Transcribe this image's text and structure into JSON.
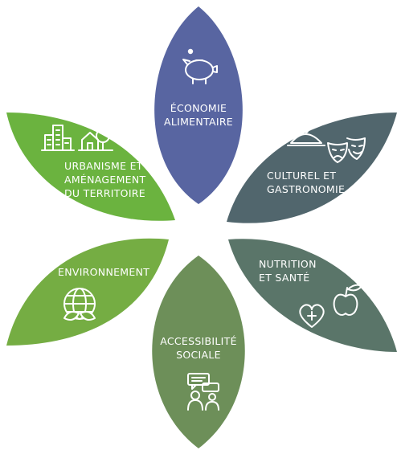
{
  "petals": [
    {
      "id": "economie",
      "label": "ÉCONOMIE\nALIMENTAIRE",
      "color": "#5865a1",
      "icon": "piggy-bank-icon"
    },
    {
      "id": "culturel",
      "label": "CULTUREL ET\nGASTRONOMIE",
      "color": "#51666d",
      "icons": [
        "cloche-icon",
        "theater-masks-icon"
      ]
    },
    {
      "id": "nutrition",
      "label": "NUTRITION\nET SANTÉ",
      "color": "#5a7569",
      "icons": [
        "heart-plus-icon",
        "apple-icon"
      ]
    },
    {
      "id": "accessibilite",
      "label": "ACCESSIBILITÉ\nSOCIALE",
      "color": "#6d8f59",
      "icon": "people-chat-icon"
    },
    {
      "id": "environnement",
      "label": "ENVIRONNEMENT",
      "color": "#75ad43",
      "icon": "globe-leaves-icon"
    },
    {
      "id": "urbanisme",
      "label": "URBANISME ET\nAMÉNAGEMENT\nDU TERRITOIRE",
      "color": "#6bb33f",
      "icons": [
        "buildings-icon",
        "house-tree-icon"
      ]
    }
  ]
}
